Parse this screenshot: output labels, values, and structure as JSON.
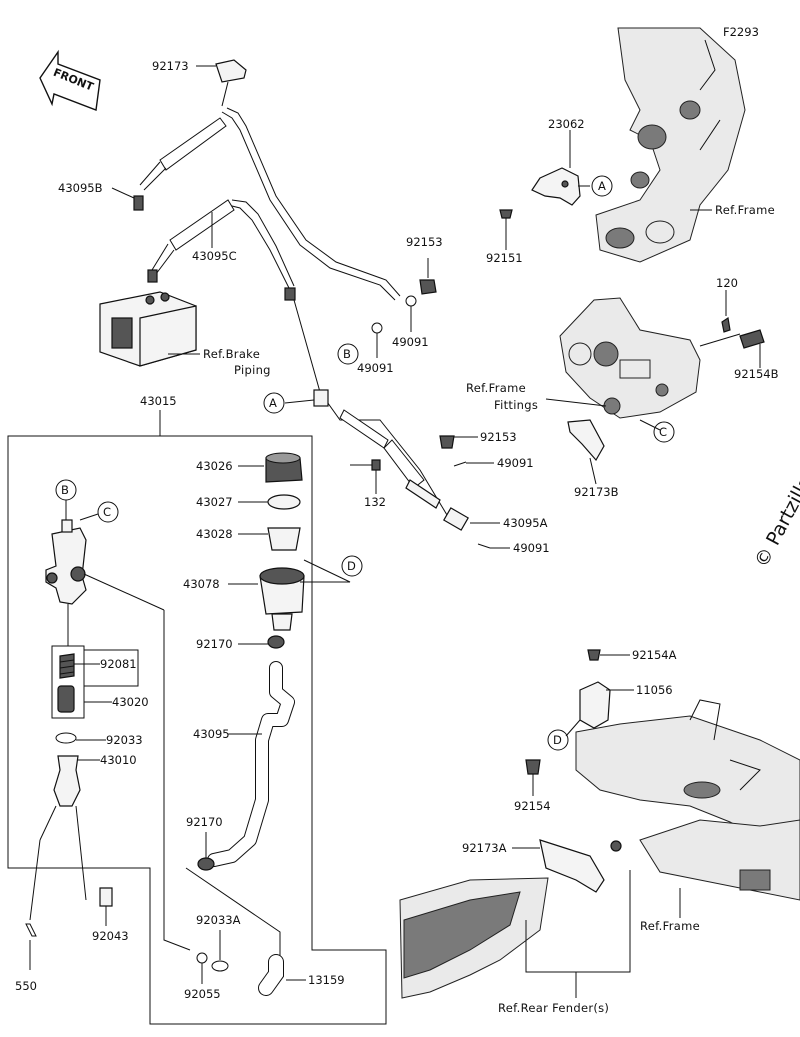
{
  "figure_code": "F2293",
  "front_arrow_text": "FRONT",
  "watermark": "© Partzilla",
  "part_labels": {
    "p92173": "92173",
    "p43095B": "43095B",
    "p43095C": "43095C",
    "p92153_top": "92153",
    "p49091_a": "49091",
    "p49091_b": "49091",
    "p23062": "23062",
    "p92151": "92151",
    "p120": "120",
    "p92154B": "92154B",
    "p92173B": "92173B",
    "p43015": "43015",
    "p43026": "43026",
    "p43027": "43027",
    "p43028": "43028",
    "p43078": "43078",
    "p92170_a": "92170",
    "p43095": "43095",
    "p92170_b": "92170",
    "p92033A": "92033A",
    "p92055": "92055",
    "p13159": "13159",
    "p92081": "92081",
    "p43020": "43020",
    "p92033": "92033",
    "p43010": "43010",
    "p92043": "92043",
    "p550": "550",
    "p92153_mid": "92153",
    "p49091_c": "49091",
    "p43095A": "43095A",
    "p49091_d": "49091",
    "p132": "132",
    "p92154A": "92154A",
    "p11056": "11056",
    "p92154": "92154",
    "p92173A": "92173A"
  },
  "ref_labels": {
    "frame_top": "Ref.Frame",
    "brake_piping_1": "Ref.Brake",
    "brake_piping_2": "Piping",
    "frame_fittings_1": "Ref.Frame",
    "frame_fittings_2": "Fittings",
    "frame_bottom": "Ref.Frame",
    "rear_fender": "Ref.Rear Fender(s)"
  },
  "callouts": {
    "A_left": "A",
    "A_right": "A",
    "B_mid": "B",
    "B_left": "B",
    "C_left": "C",
    "C_right": "C",
    "D_mid": "D",
    "D_right": "D"
  }
}
